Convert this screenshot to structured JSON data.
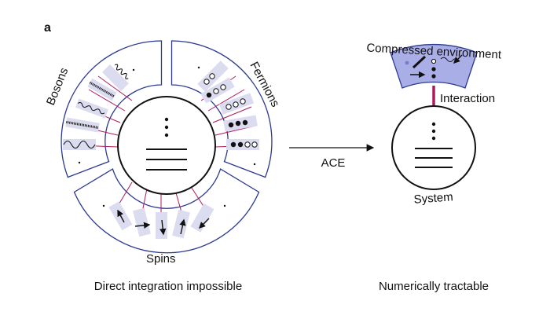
{
  "panel_label": "a",
  "left": {
    "bosons_label": "Bosons",
    "fermions_label": "Fermions",
    "spins_label": "Spins",
    "caption": "Direct integration impossible",
    "system_dots": "⋮"
  },
  "arrow_label": "ACE",
  "right": {
    "environment_label": "Compressed environment",
    "interaction_label": "Interaction",
    "system_label": "System",
    "caption": "Numerically tractable"
  },
  "colors": {
    "outline_blue": "#2b3990",
    "link_red": "#b0185a",
    "highlight_lilac": "#dcdcf0",
    "env_fill": "#aaaee6"
  }
}
